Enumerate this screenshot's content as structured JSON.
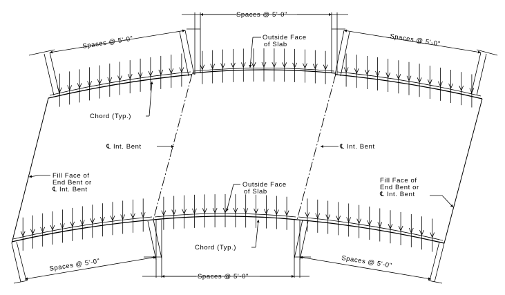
{
  "labels": {
    "spacing_top": "Spaces @ 5'-0\"",
    "spacing_top_left": "Spaces @ 5'-0\"",
    "spacing_top_right": "Spaces @ 5'-0\"",
    "spacing_bottom": "Spaces @ 5'-0\"",
    "spacing_bottom_left": "Spaces @ 5'-0\"",
    "spacing_bottom_right": "Spaces @ 5'-0\"",
    "outside_face_top_1": "Outside Face",
    "outside_face_top_2": "of Slab",
    "outside_face_bottom_1": "Outside Face",
    "outside_face_bottom_2": "of Slab",
    "chord_top": "Chord (Typ.)",
    "chord_bottom": "Chord (Typ.)",
    "int_bent_left": "℄ Int. Bent",
    "int_bent_right": "℄ Int. Bent",
    "fill_face_left_1": "Fill Face of",
    "fill_face_left_2": "End Bent or",
    "fill_face_left_3": "℄ Int. Bent",
    "fill_face_right_1": "Fill Face of",
    "fill_face_right_2": "End Bent or",
    "fill_face_right_3": "℄ Int. Bent"
  }
}
